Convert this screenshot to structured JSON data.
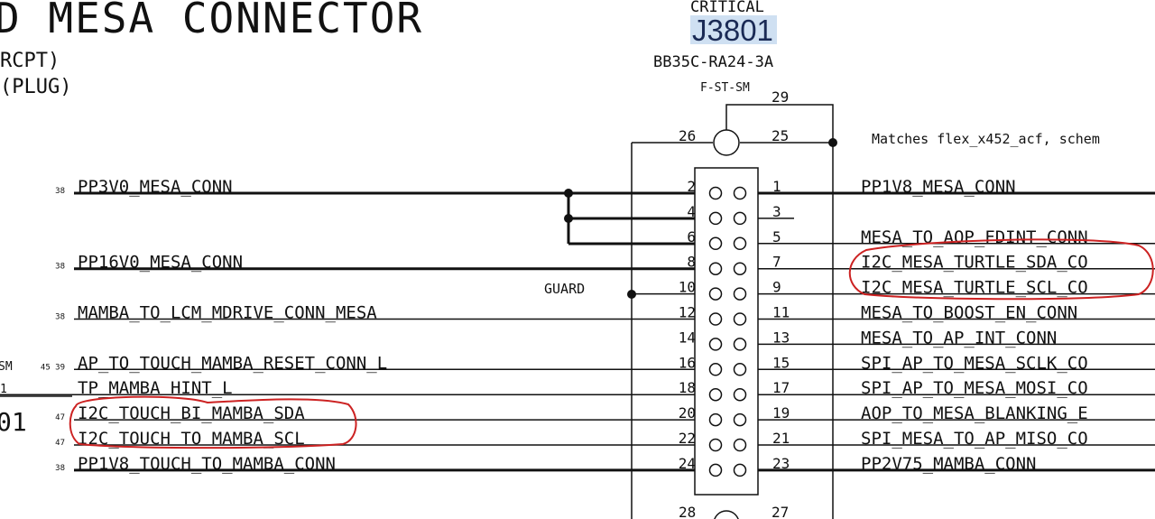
{
  "title": "D MESA CONNECTOR",
  "subtitle_lines": [
    "RCPT)",
    "(PLUG)"
  ],
  "part": {
    "critical_label": "CRITICAL",
    "refdes": "J3801",
    "part_number": "BB35C-RA24-3A",
    "package": "F-ST-SM"
  },
  "note": "Matches flex_x452_acf, schem",
  "guard_label": "GUARD",
  "left_fragments": {
    "sm": "SM",
    "one": "1",
    "o1": "01"
  },
  "colors": {
    "ink": "#111111",
    "refdes_highlight": "#cfe0f2",
    "annotation": "#cc2222"
  },
  "mounting_pins": {
    "top_left": "26",
    "top_right": "25",
    "top_extra": "29",
    "bottom_left": "28",
    "bottom_right": "27"
  },
  "rows": [
    {
      "left_pin": "2",
      "right_pin": "1",
      "left_net": "PP3V0_MESA_CONN",
      "left_ref": "38",
      "right_net": "PP1V8_MESA_CONN"
    },
    {
      "left_pin": "4",
      "right_pin": "3",
      "left_net": "",
      "left_ref": "",
      "right_net": ""
    },
    {
      "left_pin": "6",
      "right_pin": "5",
      "left_net": "",
      "left_ref": "",
      "right_net": "MESA_TO_AOP_FDINT_CONN"
    },
    {
      "left_pin": "8",
      "right_pin": "7",
      "left_net": "PP16V0_MESA_CONN",
      "left_ref": "38",
      "right_net": "I2C_MESA_TURTLE_SDA_CO"
    },
    {
      "left_pin": "10",
      "right_pin": "9",
      "left_net": "",
      "left_ref": "",
      "right_net": "I2C_MESA_TURTLE_SCL_CO"
    },
    {
      "left_pin": "12",
      "right_pin": "11",
      "left_net": "MAMBA_TO_LCM_MDRIVE_CONN_MESA",
      "left_ref": "38",
      "right_net": "MESA_TO_BOOST_EN_CONN"
    },
    {
      "left_pin": "14",
      "right_pin": "13",
      "left_net": "",
      "left_ref": "",
      "right_net": "MESA_TO_AP_INT_CONN"
    },
    {
      "left_pin": "16",
      "right_pin": "15",
      "left_net": "AP_TO_TOUCH_MAMBA_RESET_CONN_L",
      "left_ref": "45 39",
      "right_net": "SPI_AP_TO_MESA_SCLK_CO"
    },
    {
      "left_pin": "18",
      "right_pin": "17",
      "left_net": "TP_MAMBA_HINT_L",
      "left_ref": "",
      "right_net": "SPI_AP_TO_MESA_MOSI_CO"
    },
    {
      "left_pin": "20",
      "right_pin": "19",
      "left_net": "I2C_TOUCH_BI_MAMBA_SDA",
      "left_ref": "47",
      "right_net": "AOP_TO_MESA_BLANKING_E"
    },
    {
      "left_pin": "22",
      "right_pin": "21",
      "left_net": "I2C_TOUCH_TO_MAMBA_SCL",
      "left_ref": "47",
      "right_net": "SPI_MESA_TO_AP_MISO_CO"
    },
    {
      "left_pin": "24",
      "right_pin": "23",
      "left_net": "PP1V8_TOUCH_TO_MAMBA_CONN",
      "left_ref": "38",
      "right_net": "PP2V75_MAMBA_CONN"
    }
  ]
}
